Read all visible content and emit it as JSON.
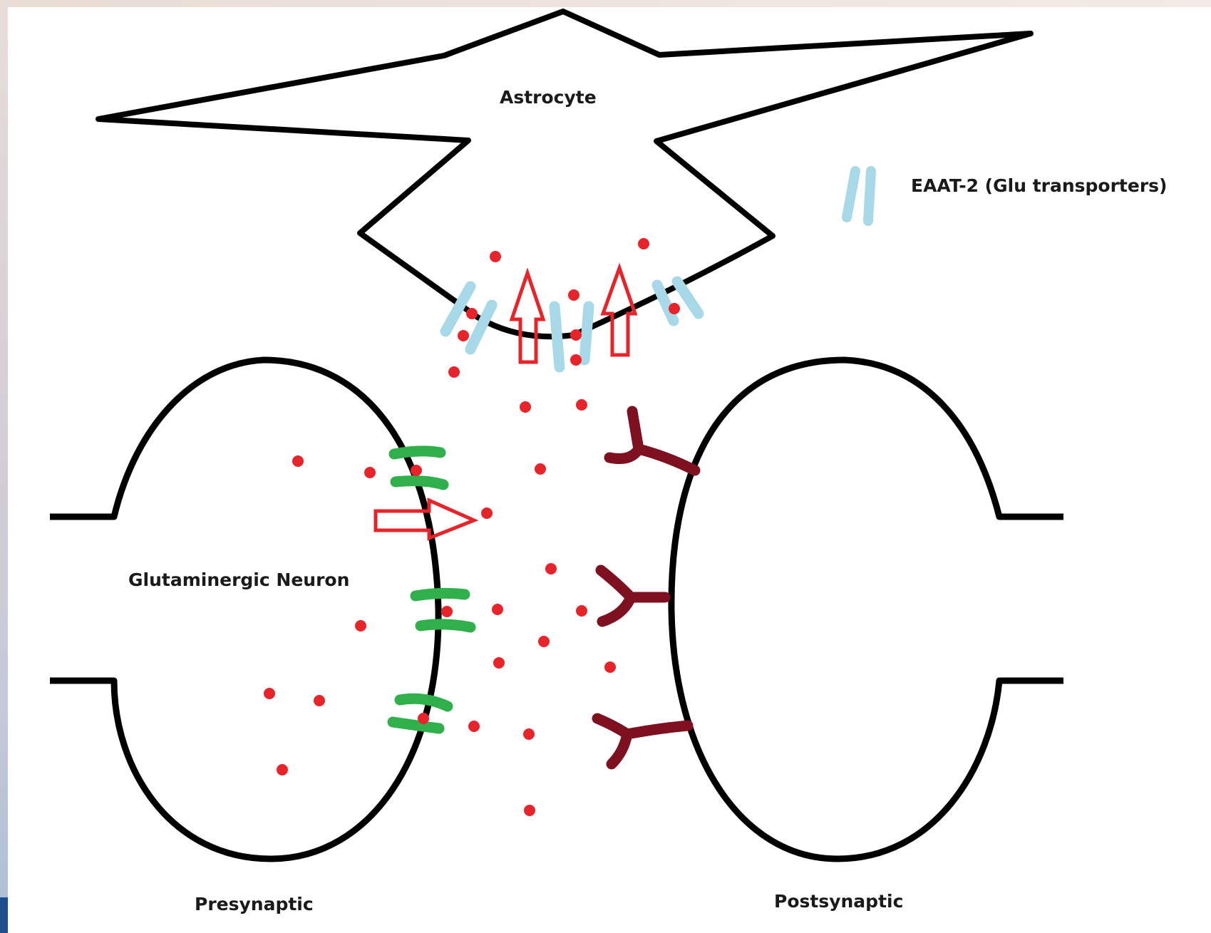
{
  "labels": {
    "astrocyte": "Astrocyte",
    "legend": "EAAT-2 (Glu transporters)",
    "neuron": "Glutaminergic Neuron",
    "presynaptic": "Presynaptic",
    "postsynaptic": "Postsynaptic"
  },
  "colors": {
    "outline": "#000000",
    "glutamate": "#e8232a",
    "arrow": "#e8232a",
    "eaat2": "#a7d9e8",
    "presynaptic_channel": "#2fb04a",
    "postsynaptic_receptor": "#7e1020"
  },
  "icons": {
    "legend_symbol": "eaat2-transporter-icon"
  }
}
